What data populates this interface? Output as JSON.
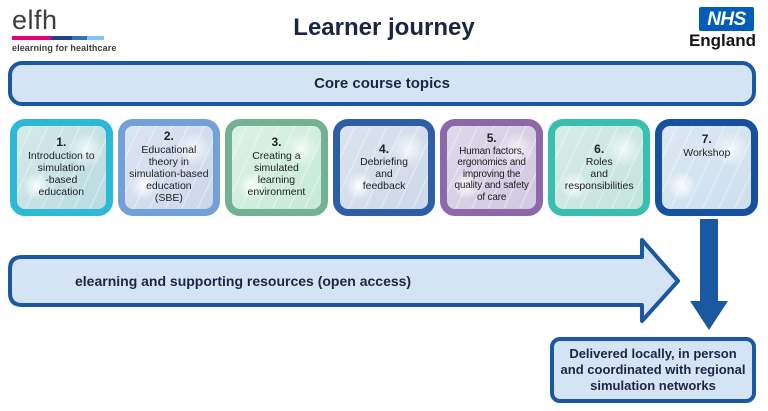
{
  "header": {
    "elfh": {
      "logo_text": "elfh",
      "tagline": "elearning for healthcare",
      "stripe": [
        {
          "color": "#E6007E",
          "width": "42%"
        },
        {
          "color": "#24408F",
          "width": "23%"
        },
        {
          "color": "#2D74B9",
          "width": "17%"
        },
        {
          "color": "#7FC8EA",
          "width": "18%"
        }
      ]
    },
    "title": "Learner journey",
    "nhs": {
      "logo_text": "NHS",
      "region": "England"
    }
  },
  "banner": {
    "label": "Core course topics"
  },
  "topics": [
    {
      "number": "1.",
      "label": "Introduction to\nsimulation\n-based\neducation",
      "border_color": "#2CB9D5",
      "fill_colors": [
        "#D6E9EB",
        "#B8DBE0"
      ]
    },
    {
      "number": "2.",
      "label": "Educational\ntheory in\nsimulation-based\neducation\n(SBE)",
      "border_color": "#74A0D8",
      "fill_colors": [
        "#DCE4F0",
        "#CBD8EA"
      ]
    },
    {
      "number": "3.",
      "label": "Creating a\nsimulated\nlearning\nenvironment",
      "border_color": "#73B192",
      "fill_colors": [
        "#DCF1E5",
        "#C6EAD7"
      ]
    },
    {
      "number": "4.",
      "label": "Debriefing\nand\nfeedback",
      "border_color": "#2E5FA6",
      "fill_colors": [
        "#DCE3EE",
        "#CDD9E9"
      ]
    },
    {
      "number": "5.",
      "label": "Human factors,\nergonomics and\nimproving the\nquality and safety\nof care",
      "border_color": "#8C67AA",
      "fill_colors": [
        "#DFD9EA",
        "#D0C8E0"
      ]
    },
    {
      "number": "6.",
      "label": "Roles\nand\nresponsibilities",
      "border_color": "#38BFAF",
      "fill_colors": [
        "#D7ECE8",
        "#C4E3DD"
      ]
    },
    {
      "number": "7.",
      "label": "Workshop",
      "border_color": "#16509E",
      "fill_colors": [
        "#DCE8F3",
        "#CDDFEE"
      ]
    }
  ],
  "arrow": {
    "label": "elearning and supporting resources (open access)"
  },
  "delivery_note": {
    "text": "Delivered locally, in person\nand coordinated with regional\nsimulation networks"
  },
  "colors": {
    "accent_blue": "#1A58A2",
    "light_blue_fill": "#D5E4F5",
    "navy_text": "#1B2544",
    "nhs_blue": "#005EB8"
  }
}
